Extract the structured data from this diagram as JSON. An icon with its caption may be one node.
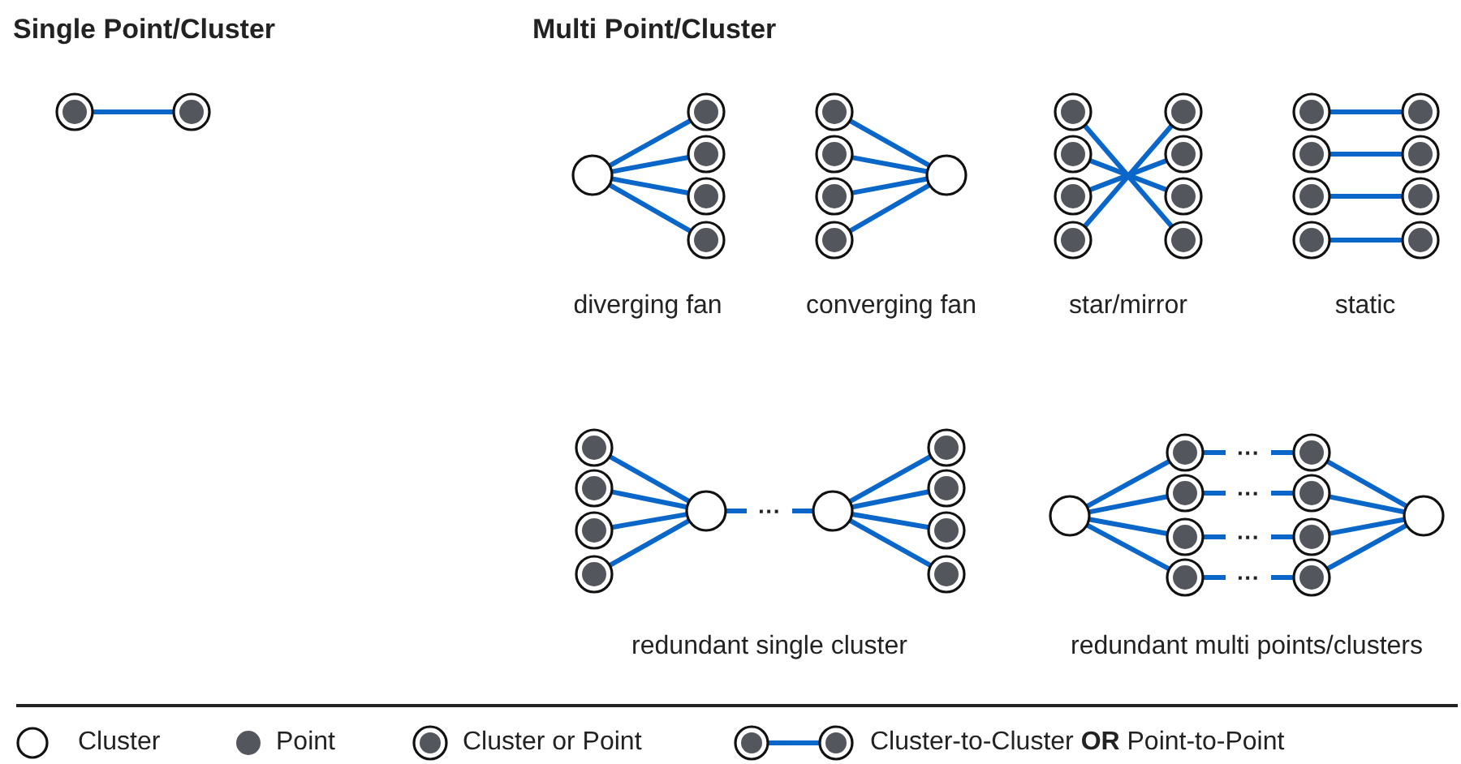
{
  "diagram": {
    "nodes": [
      {
        "text": [],
        "shape": "dot"
      },
      {
        "text": [],
        "shape": "dot"
      },
      {
        "text": [],
        "shape": "circle"
      },
      {
        "text": [],
        "shape": "dot"
      },
      {
        "text": [],
        "shape": "dot"
      },
      {
        "text": [],
        "shape": "dot"
      },
      {
        "text": [],
        "shape": "dot"
      },
      {
        "text": [],
        "shape": "dot"
      },
      {
        "text": [],
        "shape": "dot"
      },
      {
        "text": [],
        "shape": "dot"
      },
      {
        "text": [],
        "shape": "dot"
      },
      {
        "text": [],
        "shape": "circle"
      },
      {
        "text": [],
        "shape": "dot"
      },
      {
        "text": [],
        "shape": "dot"
      },
      {
        "text": [],
        "shape": "dot"
      },
      {
        "text": [],
        "shape": "dot"
      },
      {
        "text": [],
        "shape": "dot"
      },
      {
        "text": [],
        "shape": "dot"
      },
      {
        "text": [],
        "shape": "dot"
      },
      {
        "text": [],
        "shape": "dot"
      },
      {
        "text": [],
        "shape": "dot"
      },
      {
        "text": [],
        "shape": "dot"
      },
      {
        "text": [],
        "shape": "dot"
      },
      {
        "text": [],
        "shape": "dot"
      },
      {
        "text": [],
        "shape": "dot"
      },
      {
        "text": [],
        "shape": "dot"
      },
      {
        "text": [],
        "shape": "dot"
      },
      {
        "text": [],
        "shape": "dot"
      },
      {
        "text": [],
        "shape": "dot"
      },
      {
        "text": [],
        "shape": "dot"
      },
      {
        "text": [],
        "shape": "dot"
      },
      {
        "text": [],
        "shape": "dot"
      },
      {
        "text": [],
        "shape": "circle"
      },
      {
        "text": [],
        "shape": "circle"
      },
      {
        "text": [],
        "shape": "dot"
      },
      {
        "text": [],
        "shape": "dot"
      },
      {
        "text": [],
        "shape": "dot"
      },
      {
        "text": [],
        "shape": "dot"
      },
      {
        "text": [],
        "shape": "circle"
      },
      {
        "text": [],
        "shape": "dot"
      },
      {
        "text": [],
        "shape": "dot"
      },
      {
        "text": [],
        "shape": "dot"
      },
      {
        "text": [],
        "shape": "dot"
      },
      {
        "text": [],
        "shape": "dot"
      },
      {
        "text": [],
        "shape": "dot"
      },
      {
        "text": [],
        "shape": "dot"
      },
      {
        "text": [],
        "shape": "dot"
      },
      {
        "text": [],
        "shape": "circle"
      }
    ],
    "edges": [
      {
        "from": 0,
        "to": 1,
        "arrow": "none"
      },
      {
        "from": 2,
        "to": 3,
        "arrow": "none"
      },
      {
        "from": 2,
        "to": 4,
        "arrow": "none"
      },
      {
        "from": 2,
        "to": 5,
        "arrow": "none"
      },
      {
        "from": 2,
        "to": 6,
        "arrow": "none"
      },
      {
        "from": 7,
        "to": 11,
        "arrow": "none"
      },
      {
        "from": 8,
        "to": 11,
        "arrow": "none"
      },
      {
        "from": 9,
        "to": 11,
        "arrow": "none"
      },
      {
        "from": 10,
        "to": 11,
        "arrow": "none"
      },
      {
        "from": 12,
        "to": 19,
        "arrow": "none"
      },
      {
        "from": 13,
        "to": 18,
        "arrow": "none"
      },
      {
        "from": 14,
        "to": 17,
        "arrow": "none"
      },
      {
        "from": 15,
        "to": 16,
        "arrow": "none"
      },
      {
        "from": 20,
        "to": 24,
        "arrow": "none"
      },
      {
        "from": 21,
        "to": 25,
        "arrow": "none"
      },
      {
        "from": 22,
        "to": 26,
        "arrow": "none"
      },
      {
        "from": 23,
        "to": 27,
        "arrow": "none"
      },
      {
        "from": 28,
        "to": 32,
        "arrow": "none"
      },
      {
        "from": 29,
        "to": 32,
        "arrow": "none"
      },
      {
        "from": 30,
        "to": 32,
        "arrow": "none"
      },
      {
        "from": 31,
        "to": 32,
        "arrow": "none"
      },
      {
        "from": 32,
        "to": 33,
        "arrow": "none",
        "label": "···"
      },
      {
        "from": 33,
        "to": 34,
        "arrow": "none"
      },
      {
        "from": 33,
        "to": 35,
        "arrow": "none"
      },
      {
        "from": 33,
        "to": 36,
        "arrow": "none"
      },
      {
        "from": 33,
        "to": 37,
        "arrow": "none"
      },
      {
        "from": 38,
        "to": 39,
        "arrow": "none"
      },
      {
        "from": 38,
        "to": 40,
        "arrow": "none"
      },
      {
        "from": 38,
        "to": 41,
        "arrow": "none"
      },
      {
        "from": 38,
        "to": 42,
        "arrow": "none"
      },
      {
        "from": 39,
        "to": 43,
        "arrow": "none",
        "label": "···"
      },
      {
        "from": 40,
        "to": 44,
        "arrow": "none",
        "label": "···"
      },
      {
        "from": 41,
        "to": 45,
        "arrow": "none",
        "label": "···"
      },
      {
        "from": 42,
        "to": 46,
        "arrow": "none",
        "label": "···"
      },
      {
        "from": 43,
        "to": 47,
        "arrow": "none"
      },
      {
        "from": 44,
        "to": 47,
        "arrow": "none"
      },
      {
        "from": 45,
        "to": 47,
        "arrow": "none"
      },
      {
        "from": 46,
        "to": 47,
        "arrow": "none"
      }
    ],
    "labels": [
      "Single Point/Cluster",
      "Multi Point/Cluster",
      "diverging fan",
      "converging fan",
      "star/mirror",
      "static",
      "redundant single cluster",
      "redundant multi points/clusters"
    ],
    "legend": [
      {
        "text": "Cluster"
      },
      {
        "text": "Point"
      },
      {
        "text": "Cluster or Point"
      },
      {
        "text": "Cluster-to-Cluster **OR** Point-to-Point"
      }
    ]
  }
}
